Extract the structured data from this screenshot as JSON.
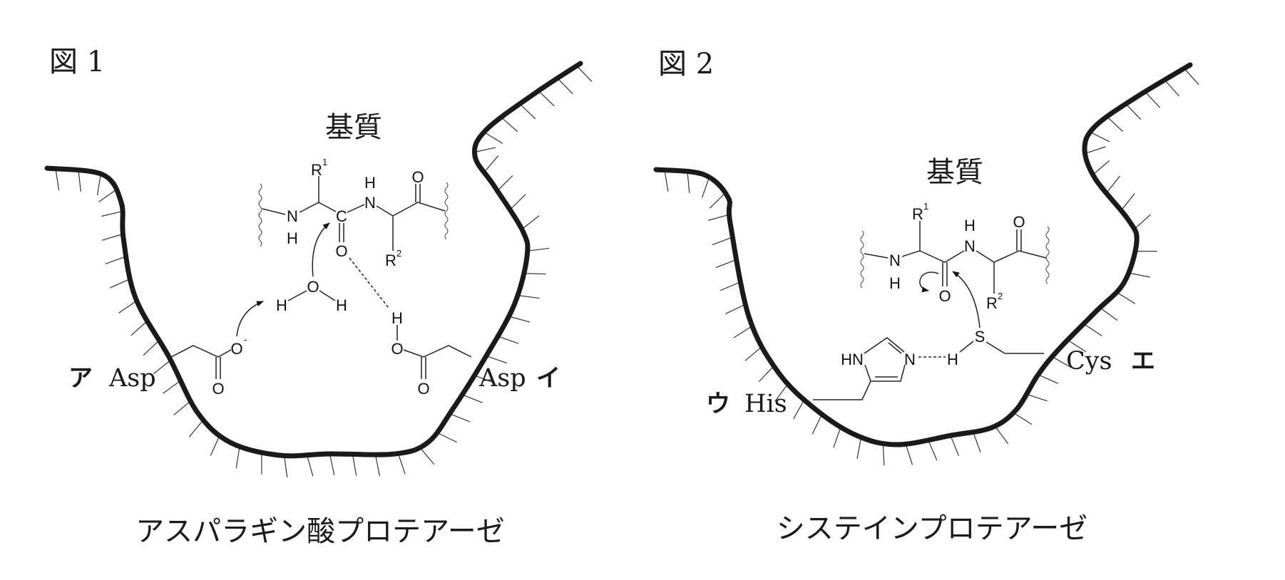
{
  "figure1": {
    "title": "図 1",
    "substrate_label": "基質",
    "caption": "アスパラギン酸プロテアーゼ",
    "residue_left": {
      "marker": "ア",
      "name": "Asp"
    },
    "residue_right": {
      "name": "Asp",
      "marker": "イ"
    }
  },
  "figure2": {
    "title": "図 2",
    "substrate_label": "基質",
    "caption": "システインプロテアーゼ",
    "residue_left": {
      "marker": "ウ",
      "name": "His"
    },
    "residue_right": {
      "name": "Cys",
      "marker": "エ"
    }
  },
  "atoms": {
    "N": "N",
    "H": "H",
    "O": "O",
    "C": "C",
    "R": "R",
    "S": "S",
    "HN": "HN",
    "sup1": "1",
    "sup2": "2",
    "minus": "-"
  }
}
